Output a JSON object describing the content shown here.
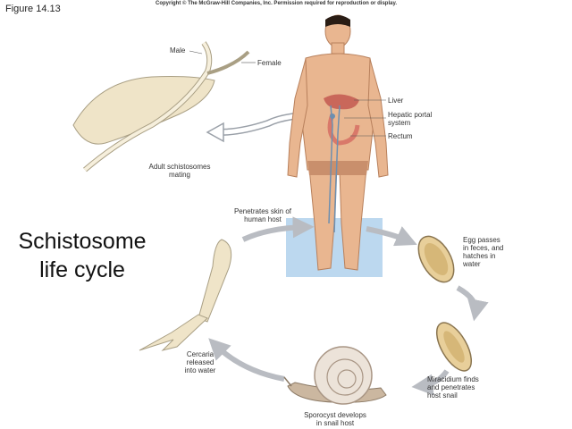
{
  "header": {
    "figure_label": "Figure 14.13",
    "copyright": "Copyright © The McGraw-Hill Companies, Inc. Permission required for reproduction or display."
  },
  "title_lines": [
    "Schistosome",
    "life cycle"
  ],
  "labels": {
    "male": "Male",
    "female": "Female",
    "adult_mating": [
      "Adult schistosomes",
      "mating"
    ],
    "liver": "Liver",
    "hepatic_portal": [
      "Hepatic portal",
      "system"
    ],
    "rectum": "Rectum",
    "penetrates": [
      "Penetrates skin of",
      "human host"
    ],
    "egg": [
      "Egg passes",
      "in feces, and",
      "hatches in",
      "water"
    ],
    "miracidium": [
      "Miracidium finds",
      "and penetrates",
      "host snail"
    ],
    "sporocyst": [
      "Sporocyst develops",
      "in snail host"
    ],
    "cercaria": [
      "Cercaria",
      "released",
      "into water"
    ]
  },
  "colors": {
    "skin": "#e9b690",
    "worm": "#efe4c8",
    "water": "#bcd8ef",
    "arrow": "#b9bcc2",
    "organ": "#d9796a",
    "vessel": "#6d8fb0"
  }
}
